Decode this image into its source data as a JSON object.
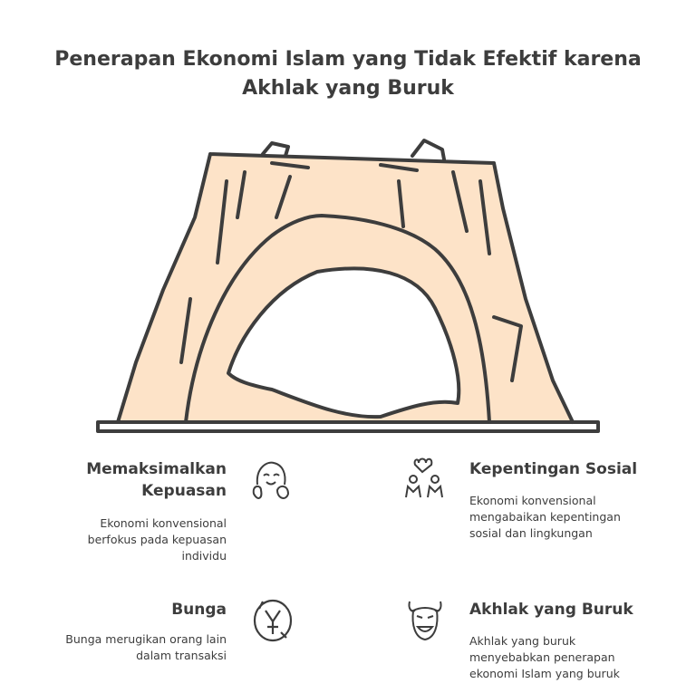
{
  "title_line1": "Penerapan Ekonomi Islam yang Tidak Efektif karena",
  "title_line2": "Akhlak yang Buruk",
  "colors": {
    "fill": "#fde3c8",
    "stroke": "#3d3d3d"
  },
  "items": [
    {
      "title_l1": "Memaksimalkan",
      "title_l2": "Kepuasan",
      "desc_l1": "Ekonomi konvensional",
      "desc_l2": "berfokus pada kepuasan",
      "desc_l3": "individu",
      "icon": "happy-person-icon"
    },
    {
      "title_l1": "Kepentingan Sosial",
      "desc_l1": "Ekonomi konvensional",
      "desc_l2": "mengabaikan kepentingan",
      "desc_l3": "sosial dan lingkungan",
      "icon": "people-heart-icon"
    },
    {
      "title_l1": "Bunga",
      "desc_l1": "Bunga merugikan orang lain",
      "desc_l2": "dalam transaksi",
      "icon": "yen-coin-icon"
    },
    {
      "title_l1": "Akhlak yang Buruk",
      "desc_l1": "Akhlak yang buruk",
      "desc_l2": "menyebabkan penerapan",
      "desc_l3": "ekonomi Islam yang buruk",
      "icon": "devil-face-icon"
    }
  ]
}
